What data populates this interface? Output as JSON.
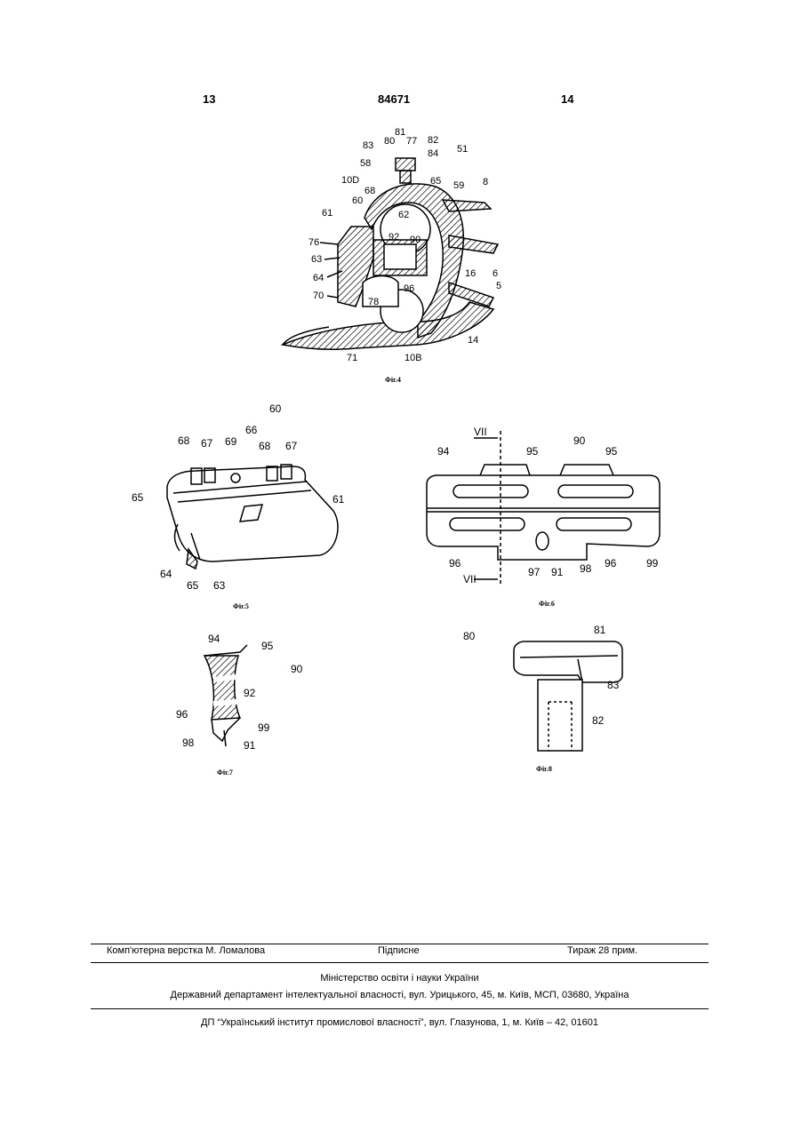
{
  "header": {
    "left_page": "13",
    "patent_number": "84671",
    "right_page": "14"
  },
  "figures": [
    {
      "caption": "Фіг.4",
      "labels": [
        "81",
        "80",
        "77",
        "82",
        "83",
        "84",
        "51",
        "58",
        "10D",
        "68",
        "65",
        "59",
        "8",
        "60",
        "61",
        "62",
        "92",
        "90",
        "76",
        "63",
        "64",
        "16",
        "6",
        "96",
        "5",
        "70",
        "78",
        "14",
        "71",
        "10B"
      ]
    },
    {
      "caption": "Фіг.5",
      "labels": [
        "60",
        "68",
        "67",
        "69",
        "66",
        "68",
        "67",
        "65",
        "61",
        "64",
        "65",
        "63"
      ]
    },
    {
      "caption": "Фіг.6",
      "labels": [
        "VII",
        "90",
        "94",
        "95",
        "95",
        "96",
        "97",
        "91",
        "98",
        "96",
        "99",
        "VII"
      ]
    },
    {
      "caption": "Фіг.7",
      "labels": [
        "94",
        "95",
        "90",
        "92",
        "96",
        "99",
        "98",
        "91"
      ]
    },
    {
      "caption": "Фіг.8",
      "labels": [
        "80",
        "81",
        "83",
        "82"
      ]
    }
  ],
  "footer": {
    "layout": "Комп'ютерна верстка М. Ломалова",
    "signed": "Підписне",
    "print_run": "Тираж 28 прим.",
    "ministry": "Міністерство освіти і науки України",
    "department": "Державний департамент інтелектуальної власності, вул. Урицького, 45, м. Київ, МСП, 03680, Україна",
    "institute": "ДП “Український інститут промислової власності”, вул. Глазунова, 1, м. Київ – 42, 01601"
  }
}
